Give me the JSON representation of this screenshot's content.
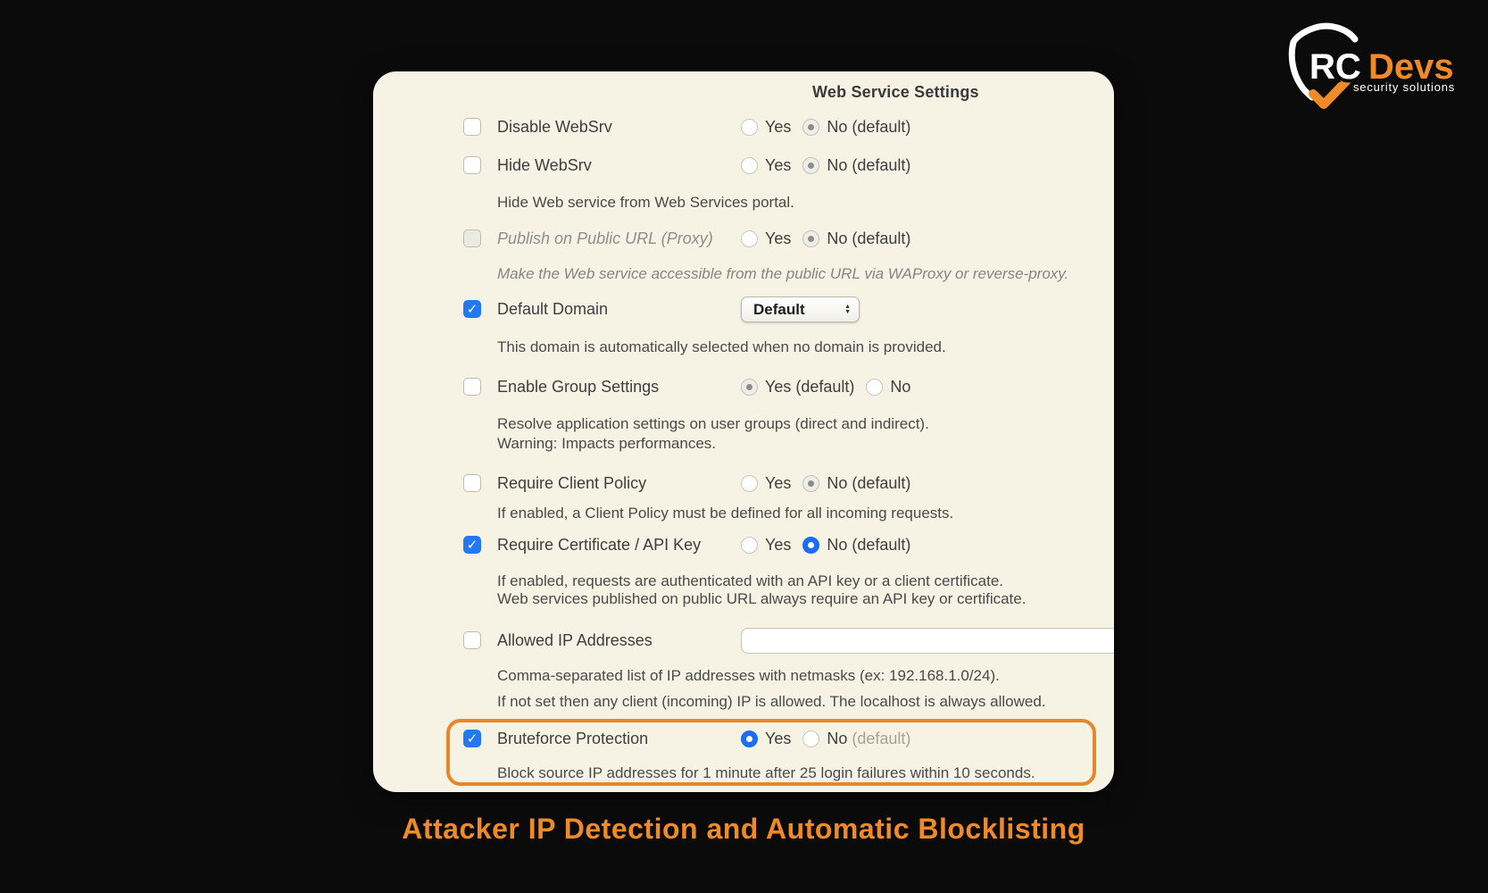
{
  "colors": {
    "background": "#0b0b0b",
    "card_bg": "#f6f2e4",
    "accent_orange": "#ee8b28",
    "highlight_border": "#e8862a",
    "checkbox_blue": "#2478f4",
    "radio_blue": "#1b6df2"
  },
  "icons": {
    "check": "✓",
    "stepper_up": "▲",
    "stepper_down": "▼"
  },
  "logo": {
    "rc": "RC",
    "devs": "Devs",
    "tagline": "security solutions"
  },
  "panel": {
    "title": "Web Service Settings",
    "rows": {
      "disable_websrv": {
        "label": "Disable WebSrv",
        "checked": false,
        "yes": "Yes",
        "no": "No (default)",
        "selected": "no"
      },
      "hide_websrv": {
        "label": "Hide WebSrv",
        "checked": false,
        "yes": "Yes",
        "no": "No (default)",
        "selected": "no",
        "help": "Hide Web service from Web Services portal."
      },
      "publish_proxy": {
        "label": "Publish on Public URL (Proxy)",
        "checked": false,
        "disabled": true,
        "yes": "Yes",
        "no": "No (default)",
        "selected": "no",
        "help": "Make the Web service accessible from the public URL via WAProxy or reverse-proxy."
      },
      "default_domain": {
        "label": "Default Domain",
        "checked": true,
        "dropdown_value": "Default",
        "help": "This domain is automatically selected when no domain is provided."
      },
      "enable_group_settings": {
        "label": "Enable Group Settings",
        "checked": false,
        "yes": "Yes (default)",
        "no": "No",
        "selected": "yes",
        "help1": "Resolve application settings on user groups (direct and indirect).",
        "help2": "Warning: Impacts performances."
      },
      "require_client_policy": {
        "label": "Require Client Policy",
        "checked": false,
        "yes": "Yes",
        "no": "No (default)",
        "selected": "no",
        "help": "If enabled, a Client Policy must be defined for all incoming requests."
      },
      "require_certificate": {
        "label": "Require Certificate / API Key",
        "checked": true,
        "yes": "Yes",
        "no": "No (default)",
        "selected": "no",
        "help1": "If enabled, requests are authenticated with an API key or a client certificate.",
        "help2": "Web services published on public URL always require an API key or certificate."
      },
      "allowed_ip": {
        "label": "Allowed IP Addresses",
        "checked": false,
        "input_value": "",
        "help1": "Comma-separated list of IP addresses with netmasks (ex: 192.168.1.0/24).",
        "help2": "If not set then any client (incoming) IP is allowed. The localhost is always allowed."
      },
      "bruteforce": {
        "label": "Bruteforce Protection",
        "checked": true,
        "yes": "Yes",
        "no": "No ",
        "no_suffix": "(default)",
        "selected": "yes",
        "help": "Block source IP addresses for 1 minute after 25 login failures within 10 seconds."
      }
    }
  },
  "caption": {
    "text": "Attacker IP Detection and Automatic Blocklisting"
  }
}
